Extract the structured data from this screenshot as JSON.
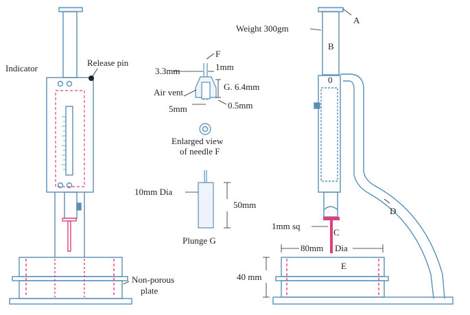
{
  "labels": {
    "indicator": "Indicator",
    "release_pin": "Release pin",
    "weight": "Weight 300gm",
    "a": "A",
    "b": "B",
    "zero": "0",
    "f": "F",
    "dim_33": "3.3mm",
    "dim_1": "1mm",
    "air_vent": "Air vent",
    "g64": "G. 6.4mm",
    "dim_5": "5mm",
    "dim_05": "0.5mm",
    "enlarged": "Enlarged view",
    "of_needle": "of needle F",
    "dia10": "10mm Dia",
    "dim_50": "50mm",
    "plunge": "Plunge  G",
    "sq1": "1mm sq",
    "c": "C",
    "d": "D",
    "mm80": "80mm",
    "dia": "Dia",
    "e": "E",
    "mm40": "40 mm",
    "nonporous": "Non-porous",
    "plate": "plate"
  },
  "colors": {
    "line": "#5a8fb5",
    "ink": "#222222",
    "accent": "#e0407a",
    "fill": "#eef4f9"
  }
}
